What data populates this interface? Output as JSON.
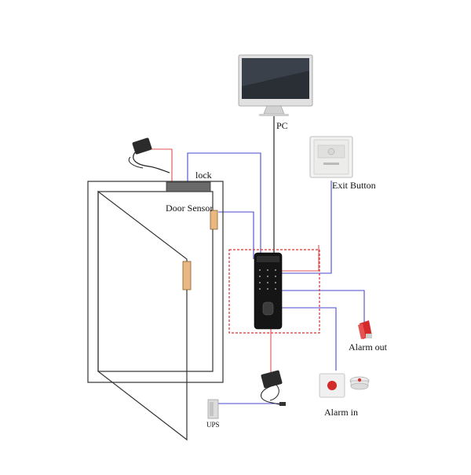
{
  "labels": {
    "pc": "PC",
    "lock": "lock",
    "door_sensor": "Door Sensor",
    "exit_button": "Exit Button",
    "alarm_out": "Alarm out",
    "alarm_in": "Alarm in",
    "ups": "UPS"
  },
  "colors": {
    "signal_wire": "#4a4ad0",
    "power_wire": "#e05050",
    "data_wire": "#111111",
    "dashed_box": "#e03030",
    "door_outline": "#333333",
    "monitor_frame": "#d4d4d4",
    "screen": "#2a2f36",
    "terminal_body": "#111111",
    "accent_red": "#d42a2a"
  }
}
